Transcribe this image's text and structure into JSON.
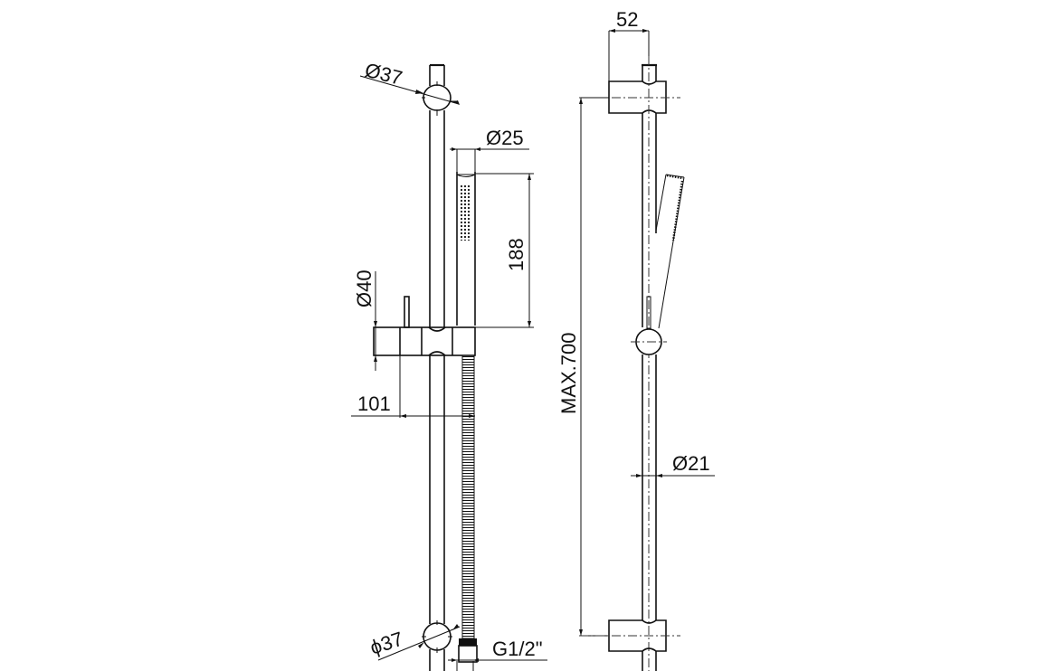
{
  "drawing": {
    "title": "Shower slider rail with hand shower - dimensional drawing",
    "views": [
      "front-view",
      "side-view"
    ],
    "line_color": "#111111",
    "background": "#ffffff"
  },
  "front_view": {
    "dimensions": {
      "top_bracket_diameter": "Ø37",
      "handshower_diameter": "Ø25",
      "handshower_length": "188",
      "slider_diameter": "Ø40",
      "slider_projection": "101",
      "bottom_bracket_diameter": "ϕ37",
      "hose_connection": "G1/2\""
    }
  },
  "side_view": {
    "dimensions": {
      "bracket_projection": "52",
      "rail_length": "MAX.700",
      "rail_diameter": "Ø21"
    }
  }
}
